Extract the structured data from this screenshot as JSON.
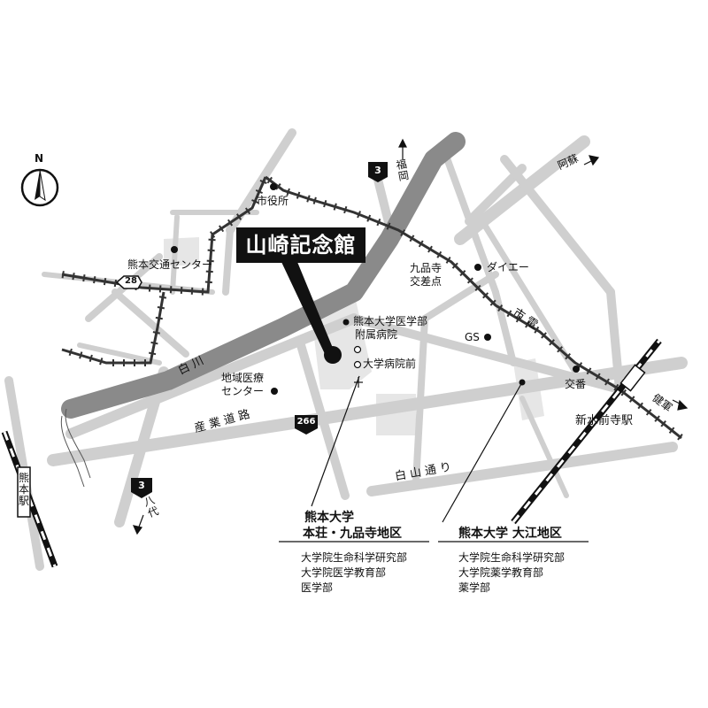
{
  "title": "山崎記念館",
  "compass": {
    "label": "N"
  },
  "route_shields": {
    "r3_north": "3",
    "r3_south": "3",
    "r28": "28",
    "r266": "266"
  },
  "direction_labels": {
    "fukuoka": "福岡",
    "aso": "阿蘇",
    "yatsushiro": "八代",
    "kengun": "健軍"
  },
  "road_names": {
    "shirakawa": "白 川",
    "sangyo_doro": "産 業 道 路",
    "shirayama_dori": "白 山 通 り",
    "shiden": "市 電"
  },
  "stations": {
    "kumamoto": "熊本駅",
    "shinsuizenji": "新水前寺駅"
  },
  "labels": {
    "shiyakusho": "市役所",
    "kotsu_center": "熊本交通センター",
    "chiiki_iryo": [
      "地域医療",
      "センター"
    ],
    "kuhonji": [
      "九品寺",
      "交差点"
    ],
    "daiei": "ダイエー",
    "gs": "GS",
    "koban": "交番",
    "fuzoku_byoin": [
      "熊本大学医学部",
      "附属病院"
    ],
    "daigaku_byoinmae": "大学病院前"
  },
  "campus_honjo": {
    "title_lines": [
      "熊本大学",
      "本荘・九品寺地区"
    ],
    "departments": [
      "大学院生命科学研究部",
      "大学院医学教育部",
      "医学部"
    ]
  },
  "campus_oe": {
    "title": "熊本大学 大江地区",
    "departments": [
      "大学院生命科学研究部",
      "大学院薬学教育部",
      "薬学部"
    ]
  }
}
